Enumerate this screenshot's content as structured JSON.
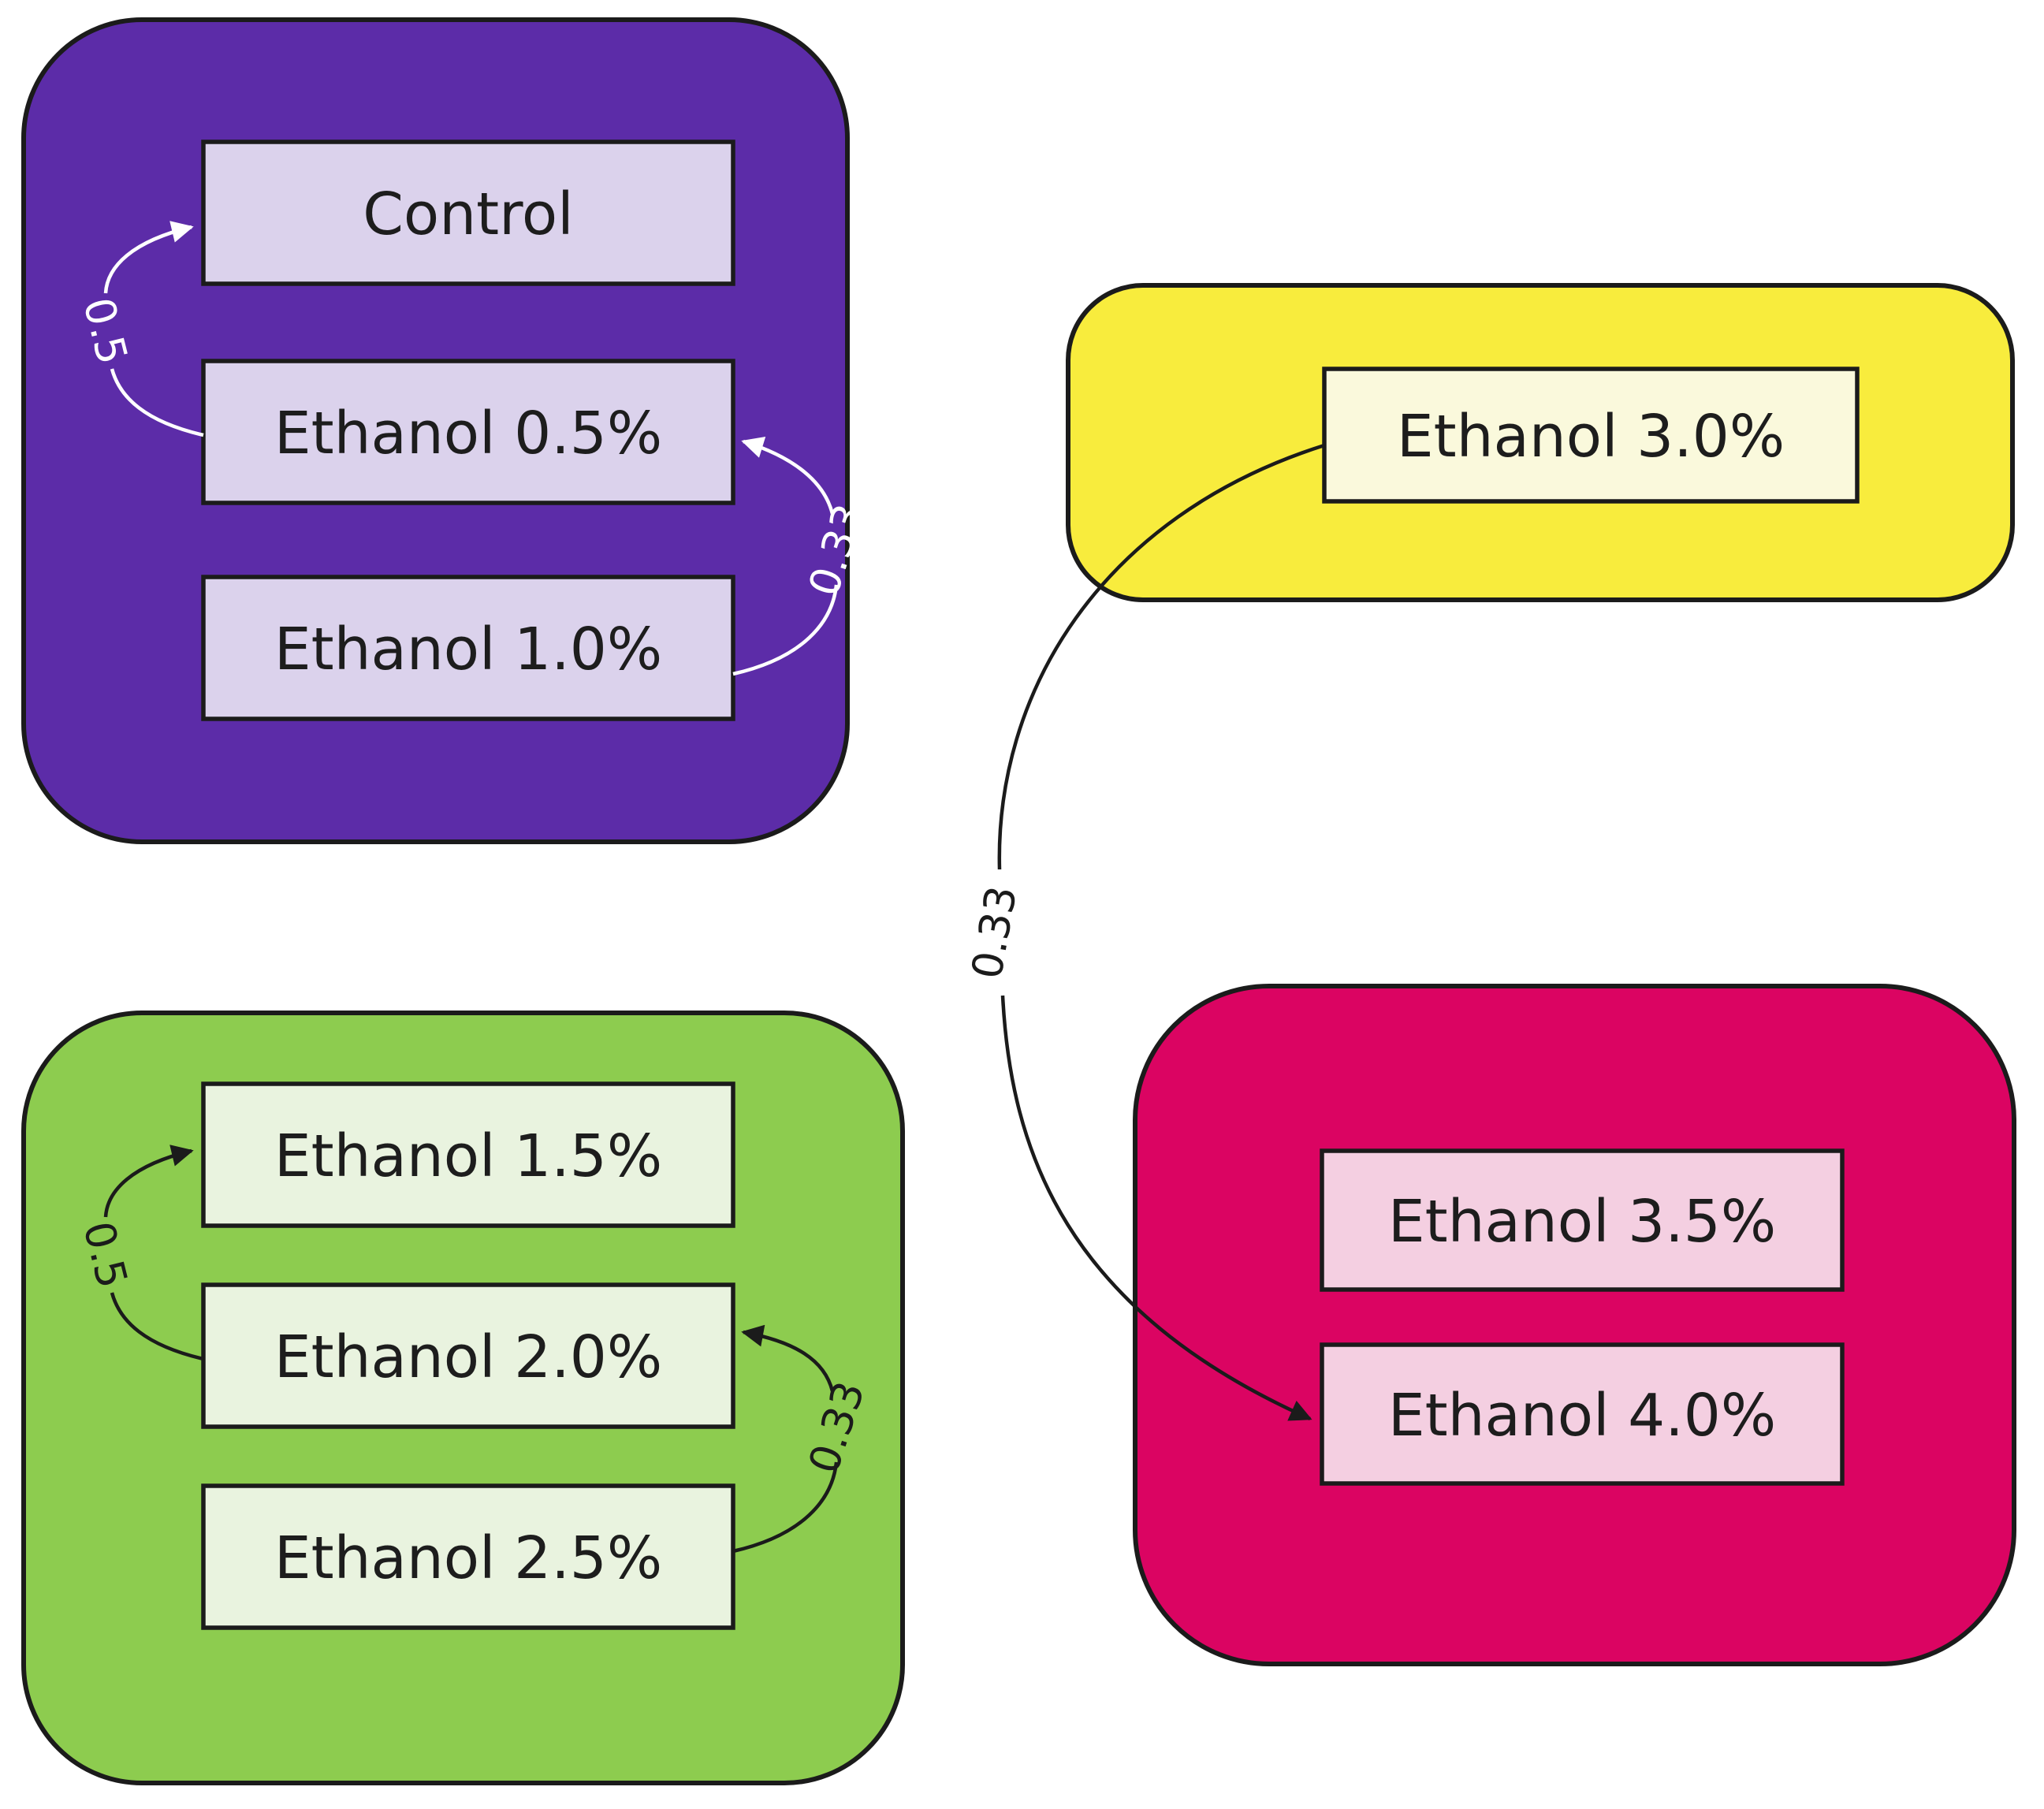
{
  "canvas": {
    "background": "#ffffff",
    "border_color": "#1b1b1b"
  },
  "groups": [
    {
      "name": "purple-group",
      "fill": "#5C2CA8",
      "node_fill": "#DBD2EC",
      "edge_color": "#ffffff",
      "nodes": [
        {
          "label": "Control"
        },
        {
          "label": "Ethanol 0.5%"
        },
        {
          "label": "Ethanol 1.0%"
        }
      ],
      "edges": [
        {
          "label": "0.5",
          "from": "Ethanol 0.5%",
          "to": "Control"
        },
        {
          "label": "0.33",
          "from": "Ethanol 1.0%",
          "to": "Ethanol 0.5%"
        }
      ]
    },
    {
      "name": "yellow-group",
      "fill": "#F8EC3D",
      "node_fill": "#FAF9DC",
      "nodes": [
        {
          "label": "Ethanol 3.0%"
        }
      ],
      "edges": []
    },
    {
      "name": "green-group",
      "fill": "#8DCC4F",
      "node_fill": "#E9F3DF",
      "edge_color": "#1b1b1b",
      "nodes": [
        {
          "label": "Ethanol 1.5%"
        },
        {
          "label": "Ethanol 2.0%"
        },
        {
          "label": "Ethanol 2.5%"
        }
      ],
      "edges": [
        {
          "label": "0.5",
          "from": "Ethanol 2.0%",
          "to": "Ethanol 1.5%"
        },
        {
          "label": "0.33",
          "from": "Ethanol 2.5%",
          "to": "Ethanol 2.0%"
        }
      ]
    },
    {
      "name": "pink-group",
      "fill": "#DB0462",
      "node_fill": "#F4CFE1",
      "nodes": [
        {
          "label": "Ethanol 3.5%"
        },
        {
          "label": "Ethanol 4.0%"
        }
      ],
      "edges": []
    }
  ],
  "cross_edges": [
    {
      "label": "0.33",
      "from": "Ethanol 3.0%",
      "to": "Ethanol 4.0%",
      "color": "#1b1b1b"
    }
  ]
}
